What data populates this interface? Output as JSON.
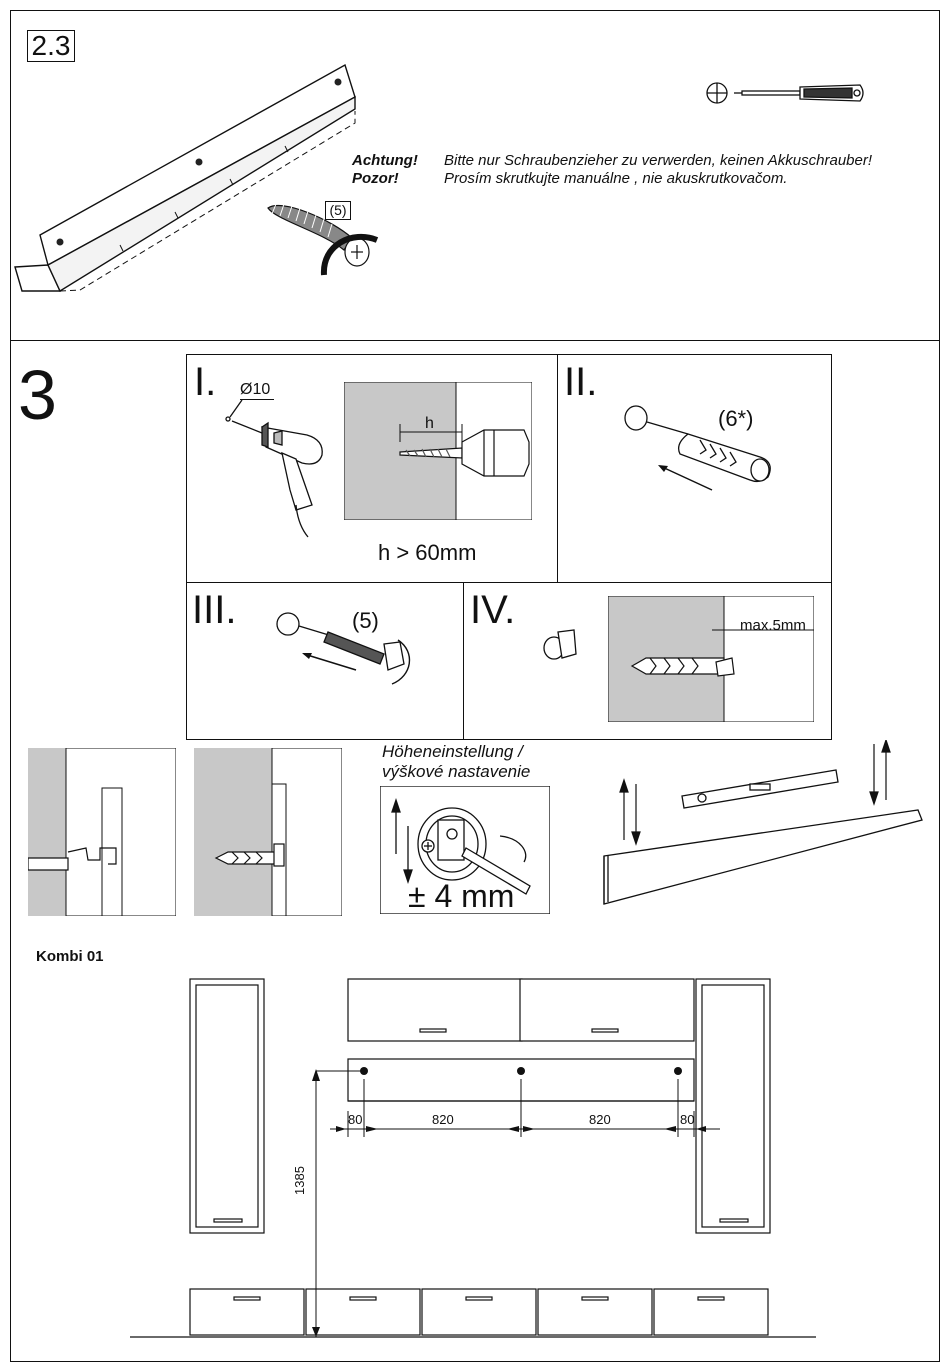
{
  "section_2_3": {
    "step_number": "2.3",
    "screw_ref": "(5)",
    "warning": {
      "de_label": "Achtung!",
      "de_text": "Bitte nur Schraubenzieher zu verwerden, keinen Akkuschrauber!",
      "sk_label": "Pozor!",
      "sk_text": "Prosím skrutkujte manuálne , nie akuskrutkovačom."
    }
  },
  "section_3": {
    "step_number": "3",
    "panel_1": {
      "numeral": "I.",
      "drill_diameter": "Ø10",
      "depth_symbol": "h",
      "depth_rule": "h > 60mm"
    },
    "panel_2": {
      "numeral": "II.",
      "part_ref": "(6*)"
    },
    "panel_3": {
      "numeral": "III.",
      "part_ref": "(5)"
    },
    "panel_4": {
      "numeral": "IV.",
      "gap_label": "max.5mm"
    },
    "height_adjust": {
      "title_de": "Höheneinstellung /",
      "title_sk": "výškové nastavenie",
      "range_text": "± 4 mm"
    }
  },
  "kombi": {
    "title": "Kombi 01",
    "dimensions": {
      "left_edge": "80",
      "span_1": "820",
      "span_2": "820",
      "right_edge": "80",
      "height": "1385"
    }
  },
  "icons": [
    "screwdriver-icon",
    "drill-icon",
    "wall-plug-icon",
    "screw-icon",
    "spirit-level-icon",
    "rotate-arrow-icon"
  ]
}
